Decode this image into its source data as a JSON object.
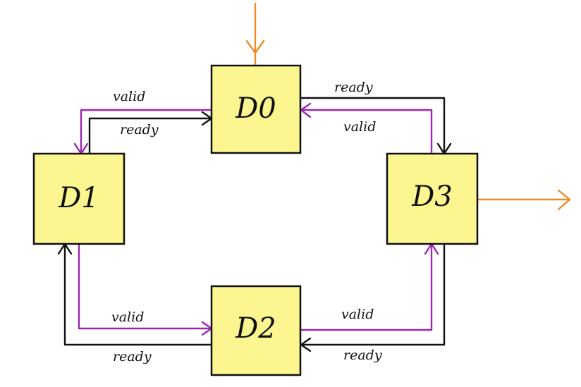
{
  "diagram": {
    "nodes": {
      "d0": {
        "label": "D0"
      },
      "d1": {
        "label": "D1"
      },
      "d2": {
        "label": "D2"
      },
      "d3": {
        "label": "D3"
      }
    },
    "signals": {
      "d0_d1_valid": "valid",
      "d1_d0_ready": "ready",
      "d3_d0_ready": "ready",
      "d3_d0_valid": "valid",
      "d1_d2_valid": "valid",
      "d2_d1_ready": "ready",
      "d2_d3_valid": "valid",
      "d3_d2_ready": "ready"
    },
    "colors": {
      "box_fill": "#fbf68f",
      "valid_wire": "#9b27b0",
      "ready_wire": "#111111",
      "io_wire": "#ee8a25"
    }
  }
}
